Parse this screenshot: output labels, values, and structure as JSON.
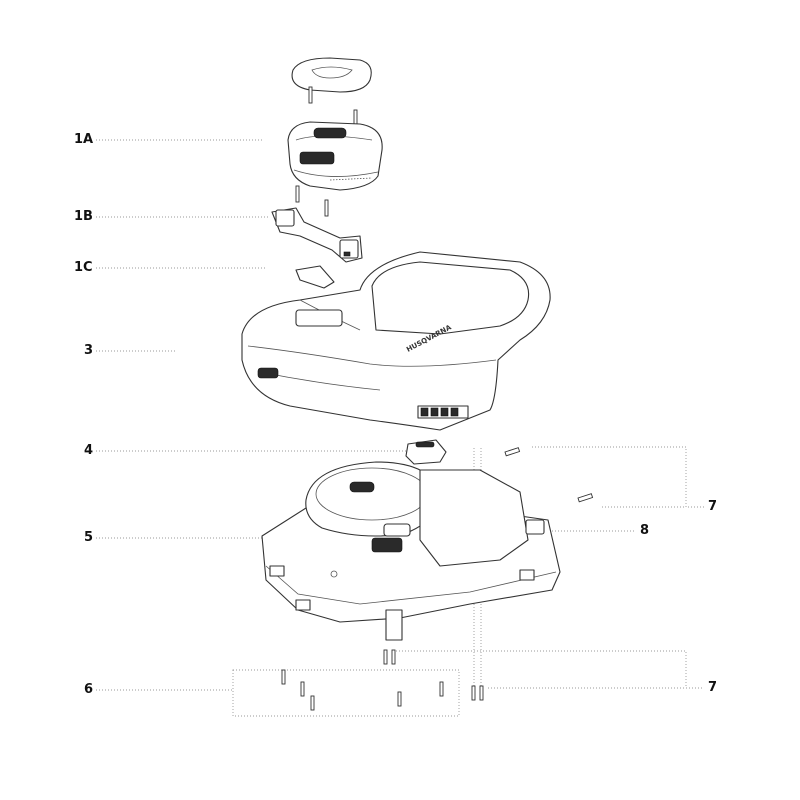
{
  "callouts": {
    "c1a": "1A",
    "c1b": "1B",
    "c1c": "1C",
    "c3": "3",
    "c4": "4",
    "c5": "5",
    "c6": "6",
    "c7a": "7",
    "c7b": "7",
    "c8": "8"
  },
  "brand_text": "HUSQVARNA"
}
